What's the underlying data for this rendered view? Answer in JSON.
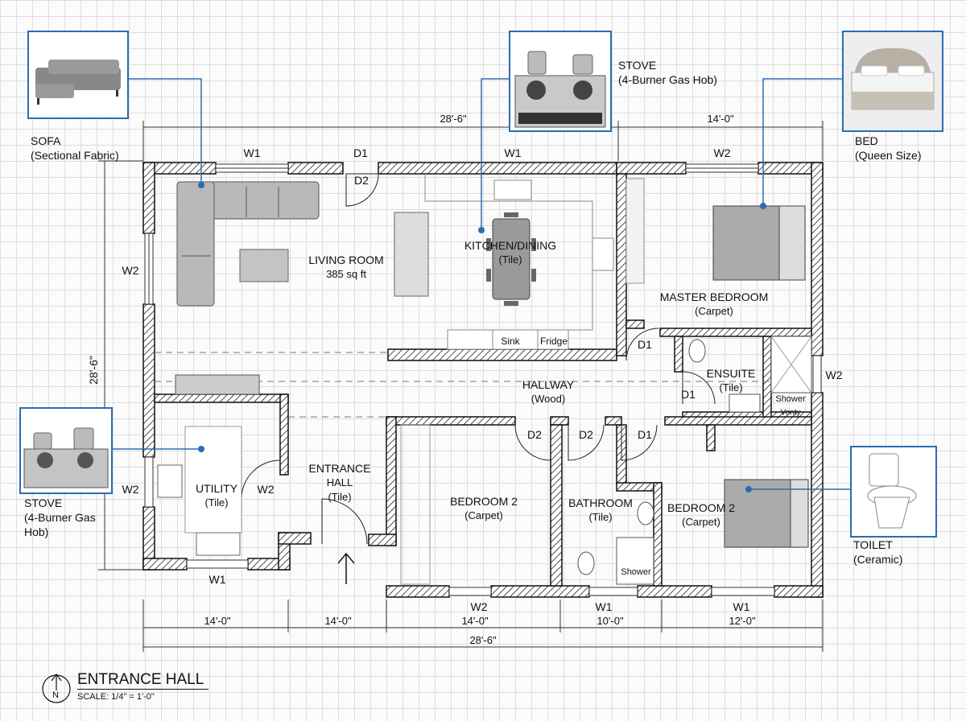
{
  "title": {
    "name": "ENTRANCE HALL",
    "scale": "SCALE: 1/4\" = 1'-0\"",
    "north": "N"
  },
  "rooms": {
    "living": {
      "name": "LIVING ROOM",
      "sub": "385 sq ft"
    },
    "kitchen": {
      "name": "KITCHEN/DINING",
      "sub": "(Tile)"
    },
    "master": {
      "name": "MASTER BEDROOM",
      "sub": "(Carpet)"
    },
    "hallway": {
      "name": "HALLWAY",
      "sub": "(Wood)"
    },
    "ensuite": {
      "name": "ENSUITE",
      "sub": "(Tile)"
    },
    "utility": {
      "name": "UTILITY",
      "sub": "(Tile)"
    },
    "entrance": {
      "name": "ENTRANCE",
      "name2": "HALL",
      "sub": "(Tile)"
    },
    "bedroom2a": {
      "name": "BEDROOM 2",
      "sub": "(Carpet)"
    },
    "bathroom": {
      "name": "BATHROOM",
      "sub": "(Tile)"
    },
    "bedroom2b": {
      "name": "BEDROOM 2",
      "sub": "(Carpet)"
    }
  },
  "fixtures": {
    "sink": "Sink",
    "fridge": "Fridge",
    "shower": "Shower",
    "vanity": "Vonty"
  },
  "callouts": {
    "sofa": {
      "name": "SOFA",
      "sub": "(Sectional Fabric)"
    },
    "stove_top": {
      "name": "STOVE",
      "sub": "(4-Burner Gas Hob)"
    },
    "bed": {
      "name": "BED",
      "sub": "(Queen Size)"
    },
    "stove_left": {
      "name": "STOVE",
      "sub": "(4-Burner Gas",
      "sub2": "Hob)"
    },
    "toilet": {
      "name": "TOILET",
      "sub": "(Ceramic)"
    }
  },
  "marks": {
    "W1": "W1",
    "W2": "W2",
    "D1": "D1",
    "D2": "D2"
  },
  "dimensions": {
    "top_total": "28'-6\"",
    "top_right": "14'-0\"",
    "side": "28'-6\"",
    "b1": "14'-0\"",
    "b2": "14'-0\"",
    "b3": "14'-0\"",
    "b4": "10'-0\"",
    "b5": "12'-0\"",
    "bottom_total": "28'-6\""
  },
  "colors": {
    "callout": "#2b6cb0",
    "wall": "#1a1a1a",
    "furniture": "#8a8a8a",
    "furniture_fill": "#b9b9b9"
  }
}
